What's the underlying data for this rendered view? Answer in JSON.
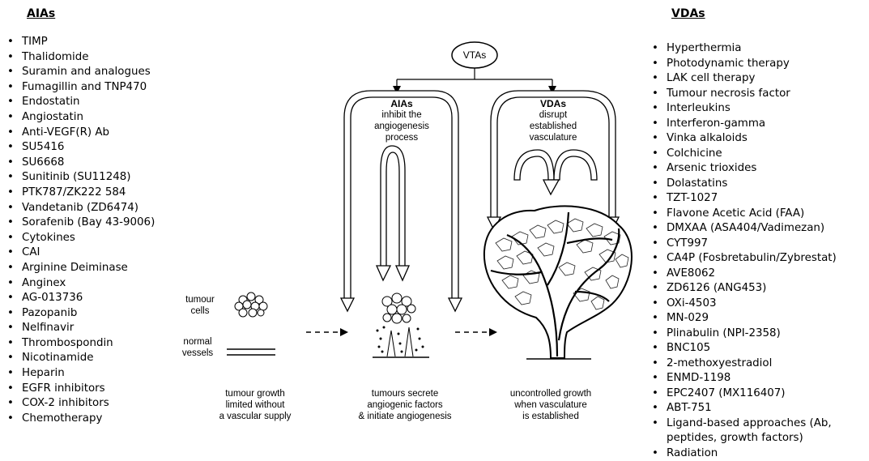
{
  "aias": {
    "title": "AIAs",
    "items": [
      "TIMP",
      "Thalidomide",
      "Suramin and analogues",
      "Fumagillin and TNP470",
      "Endostatin",
      "Angiostatin",
      "Anti-VEGF(R) Ab",
      "SU5416",
      "SU6668",
      "Sunitinib (SU11248)",
      "PTK787/ZK222 584",
      "Vandetanib (ZD6474)",
      "Sorafenib (Bay 43-9006)",
      "Cytokines",
      "CAI",
      "Arginine Deiminase",
      "Anginex",
      "AG-013736",
      "Pazopanib",
      "Nelfinavir",
      "Thrombospondin",
      "Nicotinamide",
      "Heparin",
      "EGFR inhibitors",
      "COX-2 inhibitors",
      "Chemotherapy"
    ]
  },
  "vdas": {
    "title": "VDAs",
    "items": [
      "Hyperthermia",
      "Photodynamic therapy",
      "LAK cell therapy",
      "Tumour necrosis factor",
      "Interleukins",
      "Interferon-gamma",
      "Vinka alkaloids",
      "Colchicine",
      "Arsenic trioxides",
      "Dolastatins",
      "TZT-1027",
      "Flavone Acetic Acid (FAA)",
      "DMXAA (ASA404/Vadimezan)",
      "CYT997",
      "CA4P (Fosbretabulin/Zybrestat)",
      "AVE8062",
      "ZD6126 (ANG453)",
      "OXi-4503",
      "MN-029",
      "Plinabulin (NPI-2358)",
      "BNC105",
      "2-methoxyestradiol",
      "ENMD-1198",
      "EPC2407 (MX116407)",
      "ABT-751",
      "Ligand-based approaches (Ab, peptides, growth factors)",
      "Radiation"
    ]
  },
  "diagram": {
    "root": "VTAs",
    "left_branch": {
      "title": "AIAs",
      "line1": "inhibit the",
      "line2": "angiogenesis",
      "line3": "process"
    },
    "right_branch": {
      "title": "VDAs",
      "line1": "disrupt",
      "line2": "established",
      "line3": "vasculature"
    },
    "tumour_cells_line1": "tumour",
    "tumour_cells_line2": "cells",
    "normal_vessels_line1": "normal",
    "normal_vessels_line2": "vessels",
    "stage1": {
      "line1": "tumour growth",
      "line2": "limited without",
      "line3": "a vascular supply"
    },
    "stage2": {
      "line1": "tumours secrete",
      "line2": "angiogenic factors",
      "line3": "& initiate angiogenesis"
    },
    "stage3": {
      "line1": "uncontrolled growth",
      "line2": "when vasculature",
      "line3": "is established"
    }
  }
}
